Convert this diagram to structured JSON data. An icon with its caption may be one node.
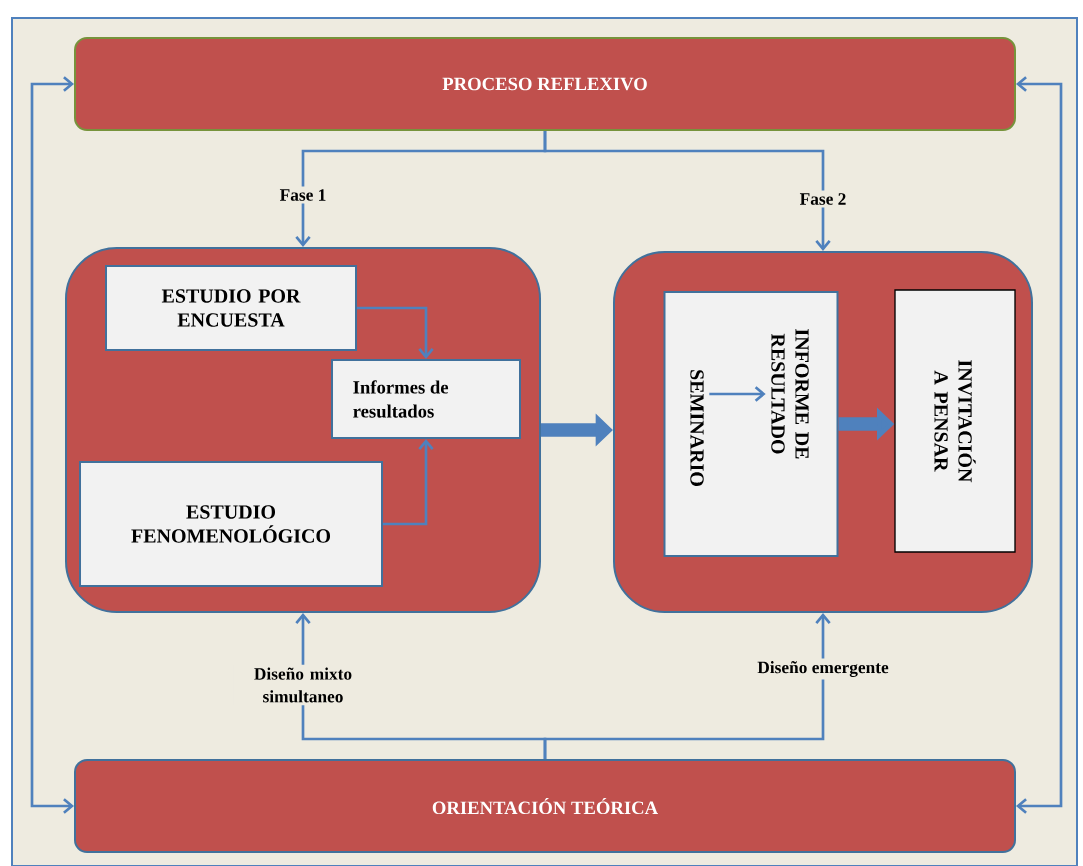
{
  "diagram": {
    "nodes": [
      {
        "text": [
          "PROCESO REFLEXIVO"
        ]
      },
      {
        "text": [],
        "shape": "box"
      },
      {
        "text": [
          "ESTUDIO POR ENCUESTA"
        ],
        "in": 1
      },
      {
        "text": [
          "Informes de resultados"
        ],
        "in": 1
      },
      {
        "text": [
          "ESTUDIO FENOMENOLÓGICO"
        ],
        "in": 1
      },
      {
        "text": [],
        "shape": "box"
      },
      {
        "text": [],
        "shape": "box",
        "in": 5
      },
      {
        "text": [
          "SEMINARIO"
        ],
        "in": 6
      },
      {
        "text": [
          "INFORME DE RESULTADO"
        ],
        "in": 6
      },
      {
        "text": [
          "INVITACIÓN A PENSAR"
        ],
        "in": 5
      },
      {
        "text": [
          "ORIENTACIÓN TEÓRICA"
        ]
      }
    ],
    "edges": [
      {
        "from": 0,
        "to": 1,
        "arrow": "to",
        "label": "Fase 1"
      },
      {
        "from": 0,
        "to": 5,
        "arrow": "to",
        "label": "Fase 2"
      },
      {
        "from": 10,
        "to": 1,
        "arrow": "to",
        "label": "Diseño mixto simultaneo"
      },
      {
        "from": 10,
        "to": 5,
        "arrow": "to",
        "label": "Diseño emergente"
      },
      {
        "from": 0,
        "to": 10,
        "arrow": "both"
      },
      {
        "from": 0,
        "to": 10,
        "arrow": "both"
      },
      {
        "from": 2,
        "to": 3,
        "arrow": "to"
      },
      {
        "from": 4,
        "to": 3,
        "arrow": "to"
      },
      {
        "from": 1,
        "to": 5,
        "arrow": "to",
        "style": "thick"
      },
      {
        "from": 7,
        "to": 8,
        "arrow": "to"
      },
      {
        "from": 6,
        "to": 9,
        "arrow": "to",
        "style": "thick"
      }
    ]
  }
}
